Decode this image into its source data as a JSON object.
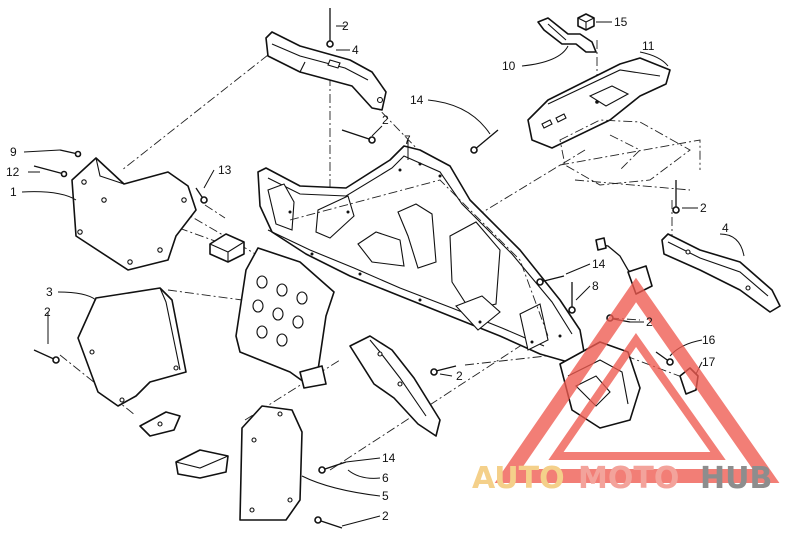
{
  "callouts": [
    {
      "id": "c2a",
      "label": "2"
    },
    {
      "id": "c4a",
      "label": "4"
    },
    {
      "id": "c15",
      "label": "15"
    },
    {
      "id": "c10",
      "label": "10"
    },
    {
      "id": "c11",
      "label": "11"
    },
    {
      "id": "c14a",
      "label": "14"
    },
    {
      "id": "c2b",
      "label": "2"
    },
    {
      "id": "c7",
      "label": "7"
    },
    {
      "id": "c9",
      "label": "9"
    },
    {
      "id": "c12",
      "label": "12"
    },
    {
      "id": "c13",
      "label": "13"
    },
    {
      "id": "c1",
      "label": "1"
    },
    {
      "id": "c2c",
      "label": "2"
    },
    {
      "id": "c4b",
      "label": "4"
    },
    {
      "id": "c14b",
      "label": "14"
    },
    {
      "id": "c8",
      "label": "8"
    },
    {
      "id": "c3",
      "label": "3"
    },
    {
      "id": "c2d",
      "label": "2"
    },
    {
      "id": "c2e",
      "label": "2"
    },
    {
      "id": "c16",
      "label": "16"
    },
    {
      "id": "c17",
      "label": "17"
    },
    {
      "id": "c2f",
      "label": "2"
    },
    {
      "id": "c14c",
      "label": "14"
    },
    {
      "id": "c6",
      "label": "6"
    },
    {
      "id": "c5",
      "label": "5"
    },
    {
      "id": "c2g",
      "label": "2"
    }
  ],
  "watermark": {
    "auto": "AUTO",
    "moto": "MOTO",
    "hub": "HUB",
    "colors": {
      "auto": "#f2c46a",
      "moto": "#f08a80",
      "hub": "#6e6e6e",
      "triangle": "#ef5a50"
    }
  }
}
